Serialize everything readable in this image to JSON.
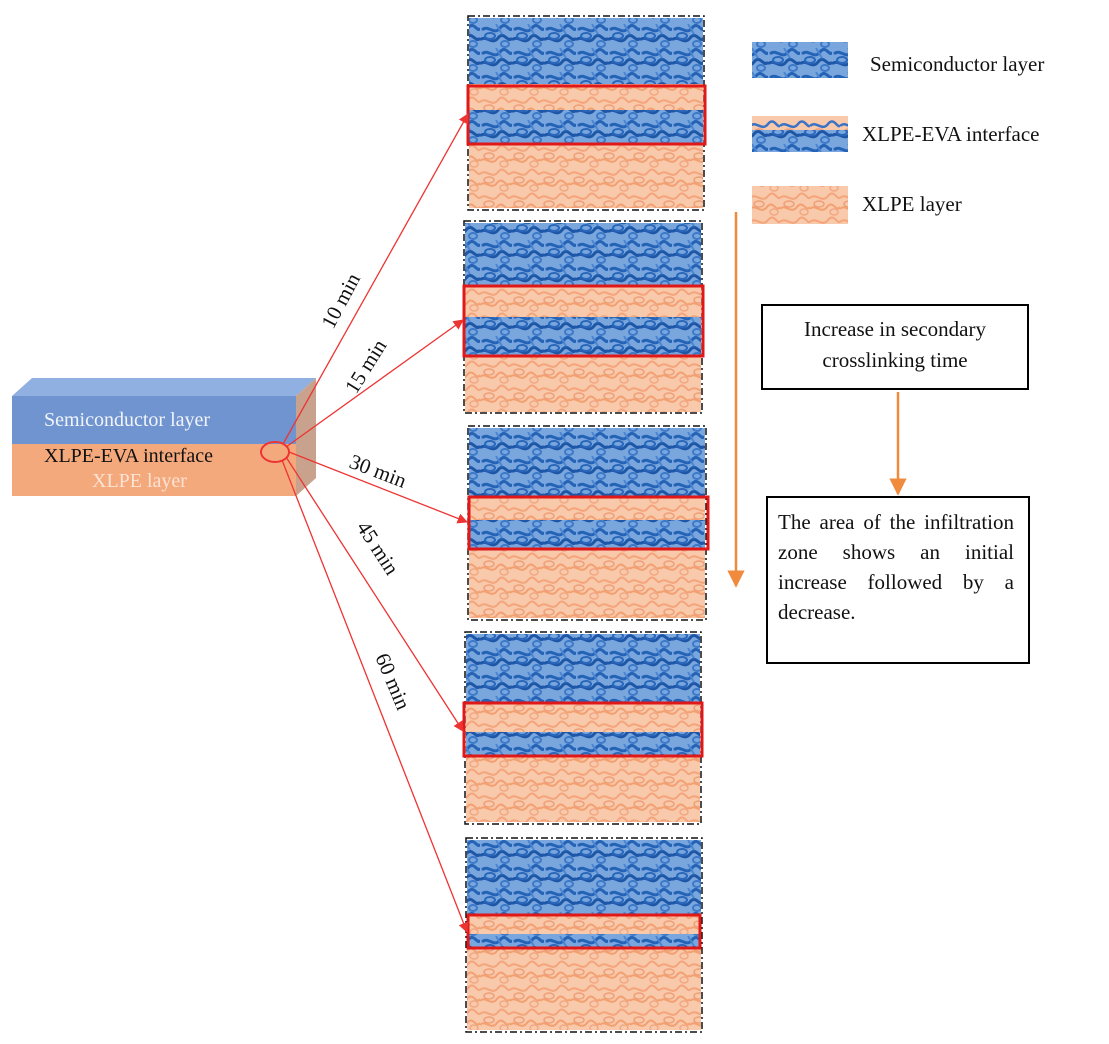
{
  "block": {
    "semiconductor_label": "Semiconductor layer",
    "interface_label": "XLPE-EVA  interface",
    "xlpe_label": "XLPE layer"
  },
  "legend": {
    "semiconductor": "Semiconductor layer",
    "interface": "XLPE-EVA  interface",
    "xlpe": "XLPE  layer"
  },
  "times": [
    "10 min",
    "15 min",
    "30 min",
    "45 min",
    "60 min"
  ],
  "notes": {
    "trend": "Increase in secondary crosslinking time",
    "result": "The area of the infiltration zone shows an initial increase followed by a decrease."
  },
  "colors": {
    "semiconductor": "#3b73c4",
    "xlpe": "#f7b894",
    "block_top": "#7fa4d8",
    "block_front_blue": "#6f94cf",
    "block_front_orange": "#f4a97d",
    "arrow_red": "#ee3333",
    "arrow_orange": "#f08a3c"
  }
}
